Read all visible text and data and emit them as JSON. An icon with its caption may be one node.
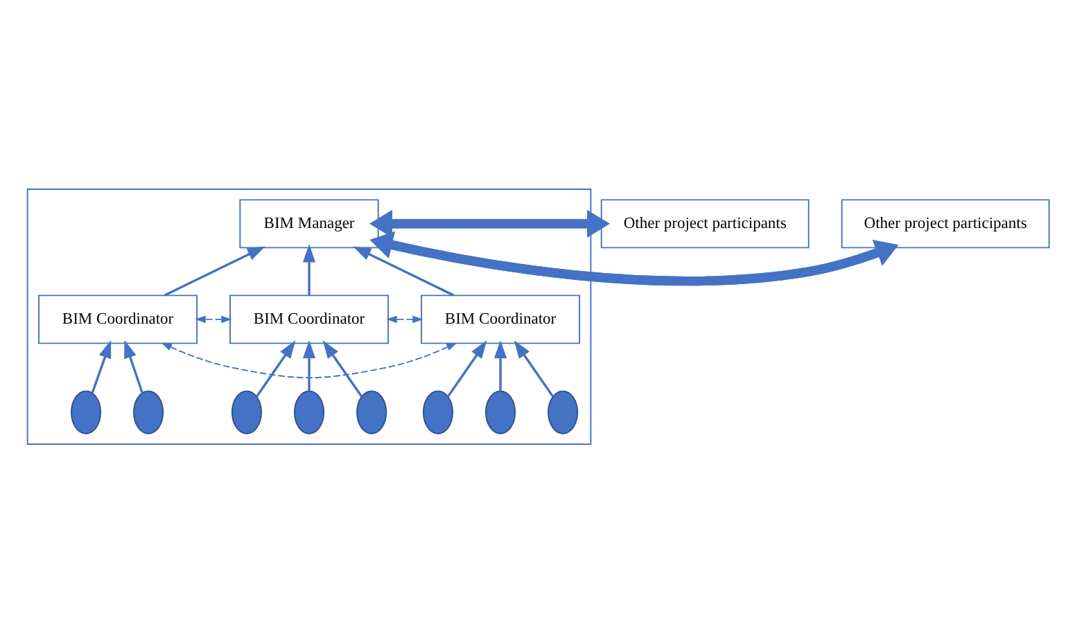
{
  "diagram": {
    "nodes": [
      {
        "text": [],
        "shape": "box"
      },
      {
        "text": [
          "Other project participants"
        ]
      },
      {
        "text": [
          "BIM Manager"
        ],
        "in": 0
      },
      {
        "text": [
          "Other project participants"
        ]
      },
      {
        "text": [
          "BIM Coordinator"
        ],
        "in": 0
      },
      {
        "text": [
          "BIM Coordinator"
        ],
        "in": 0
      },
      {
        "text": [
          "BIM Coordinator"
        ],
        "in": 0
      },
      {
        "text": [],
        "shape": "ellipse",
        "in": 0
      },
      {
        "text": [],
        "shape": "ellipse",
        "in": 0
      },
      {
        "text": [],
        "shape": "ellipse",
        "in": 0
      },
      {
        "text": [],
        "shape": "ellipse",
        "in": 0
      },
      {
        "text": [],
        "shape": "ellipse",
        "in": 0
      },
      {
        "text": [],
        "shape": "ellipse",
        "in": 0
      },
      {
        "text": [],
        "shape": "ellipse",
        "in": 0
      },
      {
        "text": [],
        "shape": "ellipse",
        "in": 0
      }
    ],
    "edges": [
      {
        "from": 2,
        "to": 1,
        "arrow": "to",
        "style": "thick"
      },
      {
        "from": 1,
        "to": 2,
        "arrow": "to",
        "style": "thick"
      },
      {
        "from": 2,
        "to": 3,
        "arrow": "to",
        "style": "thick"
      },
      {
        "from": 3,
        "to": 2,
        "arrow": "to",
        "style": "thick"
      },
      {
        "from": 4,
        "to": 2,
        "arrow": "to"
      },
      {
        "from": 6,
        "to": 2,
        "arrow": "to"
      },
      {
        "from": 5,
        "to": 2,
        "arrow": "to"
      },
      {
        "from": 4,
        "to": 5,
        "arrow": "both",
        "style": "dashed"
      },
      {
        "from": 4,
        "to": 6,
        "arrow": "both",
        "style": "dashed"
      },
      {
        "from": 6,
        "to": 5,
        "arrow": "both",
        "style": "dashed"
      },
      {
        "from": 7,
        "to": 4,
        "arrow": "to"
      },
      {
        "from": 8,
        "to": 4,
        "arrow": "to"
      },
      {
        "from": 9,
        "to": 4,
        "arrow": "to"
      },
      {
        "from": 10,
        "to": 6,
        "arrow": "to"
      },
      {
        "from": 11,
        "to": 6,
        "arrow": "to"
      },
      {
        "from": 12,
        "to": 6,
        "arrow": "to"
      },
      {
        "from": 13,
        "to": 5,
        "arrow": "to"
      },
      {
        "from": 14,
        "to": 5,
        "arrow": "to"
      }
    ]
  }
}
